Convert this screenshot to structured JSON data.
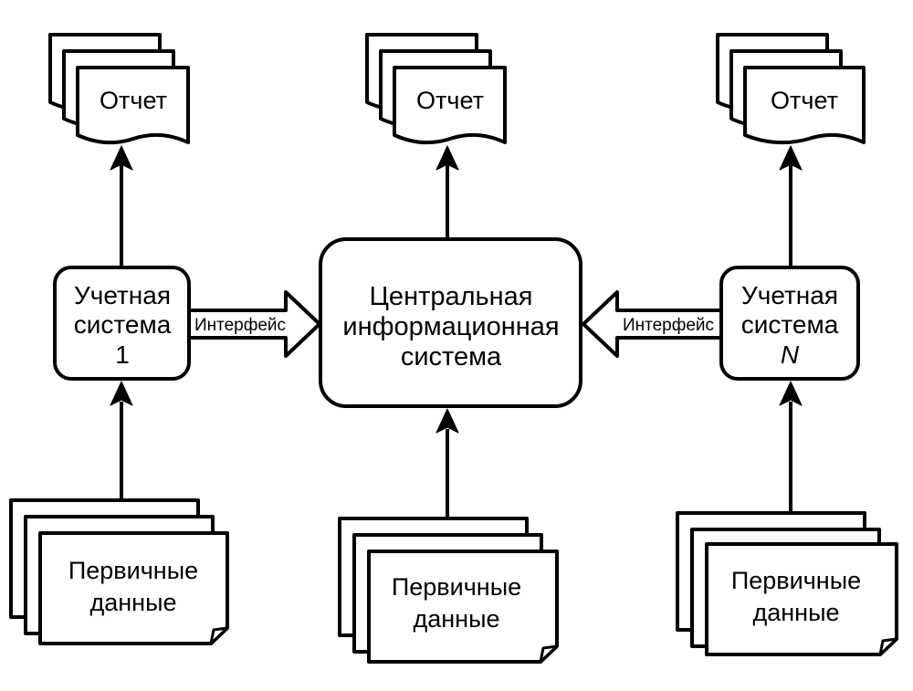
{
  "diagram": {
    "reports": {
      "left": "Отчет",
      "center": "Отчет",
      "right": "Отчет"
    },
    "account_system_1": {
      "line1": "Учетная",
      "line2": "система",
      "line3": "1"
    },
    "account_system_n": {
      "line1": "Учетная",
      "line2": "система",
      "line3": "N"
    },
    "central_system": {
      "line1": "Центральная",
      "line2": "информационная",
      "line3": "система"
    },
    "interfaces": {
      "left": "Интерфейс",
      "right": "Интерфейс"
    },
    "primary_data": {
      "left": {
        "line1": "Первичные",
        "line2": "данные"
      },
      "center": {
        "line1": "Первичные",
        "line2": "данные"
      },
      "right": {
        "line1": "Первичные",
        "line2": "данные"
      }
    }
  }
}
